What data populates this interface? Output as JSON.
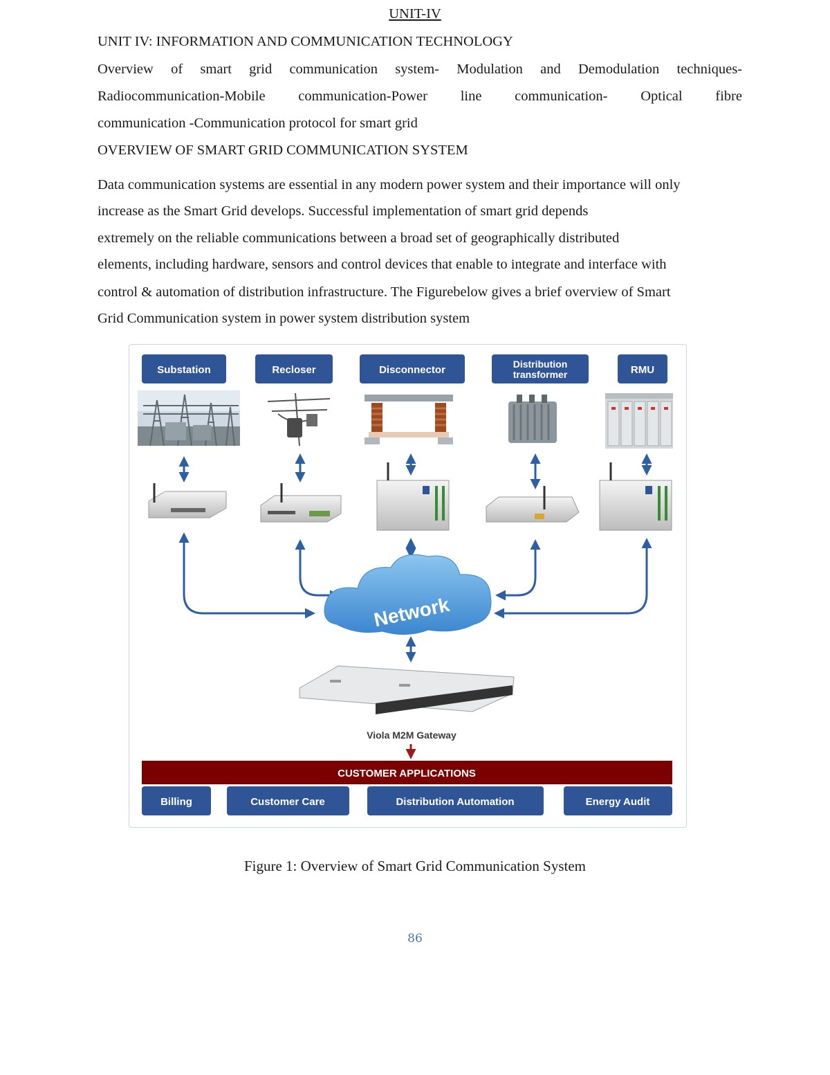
{
  "header": {
    "unit_title": "UNIT-IV",
    "unit_heading": "UNIT IV: INFORMATION AND COMMUNICATION TECHNOLOGY"
  },
  "syllabus": {
    "line1_words": [
      "Overview",
      "of",
      "smart",
      "grid",
      "communication",
      "system-",
      "Modulation",
      "and",
      "Demodulation",
      "techniques-"
    ],
    "line2_words": [
      "Radiocommunication-Mobile",
      "communication-Power",
      "line",
      "communication-",
      "Optical",
      "fibre"
    ],
    "line3": "communication -Communication protocol for smart grid"
  },
  "section": {
    "heading": "OVERVIEW OF SMART GRID COMMUNICATION SYSTEM",
    "paragraph_lines": [
      "Data communication systems are essential in any modern power system and their importance will only",
      "increase as the Smart Grid develops. Successful implementation of smart grid depends",
      "extremely on the reliable communications between a broad set of geographically distributed",
      "elements, including hardware, sensors and control devices that enable to integrate and interface with",
      "control & automation of distribution infrastructure. The Figurebelow gives a brief overview of Smart",
      "Grid Communication system in power system distribution system"
    ]
  },
  "figure": {
    "top_labels": {
      "substation": "Substation",
      "recloser": "Recloser",
      "disconnector": "Disconnector",
      "dist_line1": "Distribution",
      "dist_line2": "transformer",
      "rmu": "RMU"
    },
    "network_label": "Network",
    "gateway_label": "Viola M2M Gateway",
    "customer_header": "CUSTOMER APPLICATIONS",
    "apps": {
      "billing": "Billing",
      "customer_care": "Customer Care",
      "distribution_automation": "Distribution Automation",
      "energy_audit": "Energy Audit"
    },
    "colors": {
      "label_blue": "#2f5597",
      "arrow_blue": "#2e5fa3",
      "cloud_blue": "#4f9ad8",
      "customer_red": "#7b0000"
    }
  },
  "caption": "Figure 1: Overview of Smart Grid Communication System",
  "page_number": "86"
}
